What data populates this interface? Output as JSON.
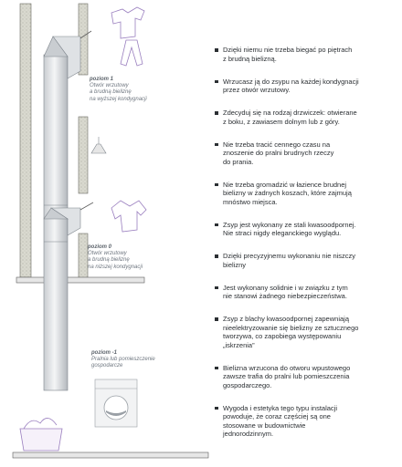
{
  "levels": [
    {
      "name": "poziom 1",
      "lines": [
        "Otwór wrzutowy",
        "a brudną bieliznę",
        "na wyższej kondygnacji"
      ]
    },
    {
      "name": "poziom 0",
      "lines": [
        "Otwór wrzutowy",
        "a brudną bieliznę",
        "na niższej kondygnacji"
      ]
    },
    {
      "name": "poziom -1",
      "lines": [
        "Pralnia lub pomieszczenie",
        "gospodarcze"
      ]
    }
  ],
  "bullets": [
    "Dzięki niemu nie trzeba biegać po piętrach\nz brudną bielizną.",
    "Wrzucasz ją do zsypu na każdej kondygnacji\nprzez otwór wrzutowy.",
    "Zdecyduj się na rodzaj drzwiczek: otwierane\nz boku, z zawiasem dolnym lub z góry.",
    "Nie trzeba tracić cennego czasu na\nznoszenie do pralni brudnych rzeczy\ndo prania.",
    "Nie trzeba gromadzić w łazience brudnej\nbielizny w żadnych koszach, które zajmują\nmnóstwo miejsca.",
    "Zsyp jest wykonany ze stali kwasoodpornej.\nNie straci nigdy eleganckiego wyglądu.",
    "Dzięki precyzyjnemu wykonaniu nie niszczy\nbielizny",
    "Jest wykonany solidnie i w związku z tym\nnie stanowi żadnego niebezpieczeństwa.",
    "Zsyp z blachy kwasoodpornej zapewniają\nnieelektryzowanie się bielizny ze sztucznego\ntworzywa, co zapobiega występowaniu\n„iskrzenia”",
    "Bielizna wrzucona do otworu wpustowego\nzawsze trafia do pralni lub pomieszczenia\ngospodarczego.",
    "Wygoda i estetyka tego typu instalacji\npowoduje, że coraz częściej są one\nstosowane w budownictwie\njednorodzinnym."
  ]
}
